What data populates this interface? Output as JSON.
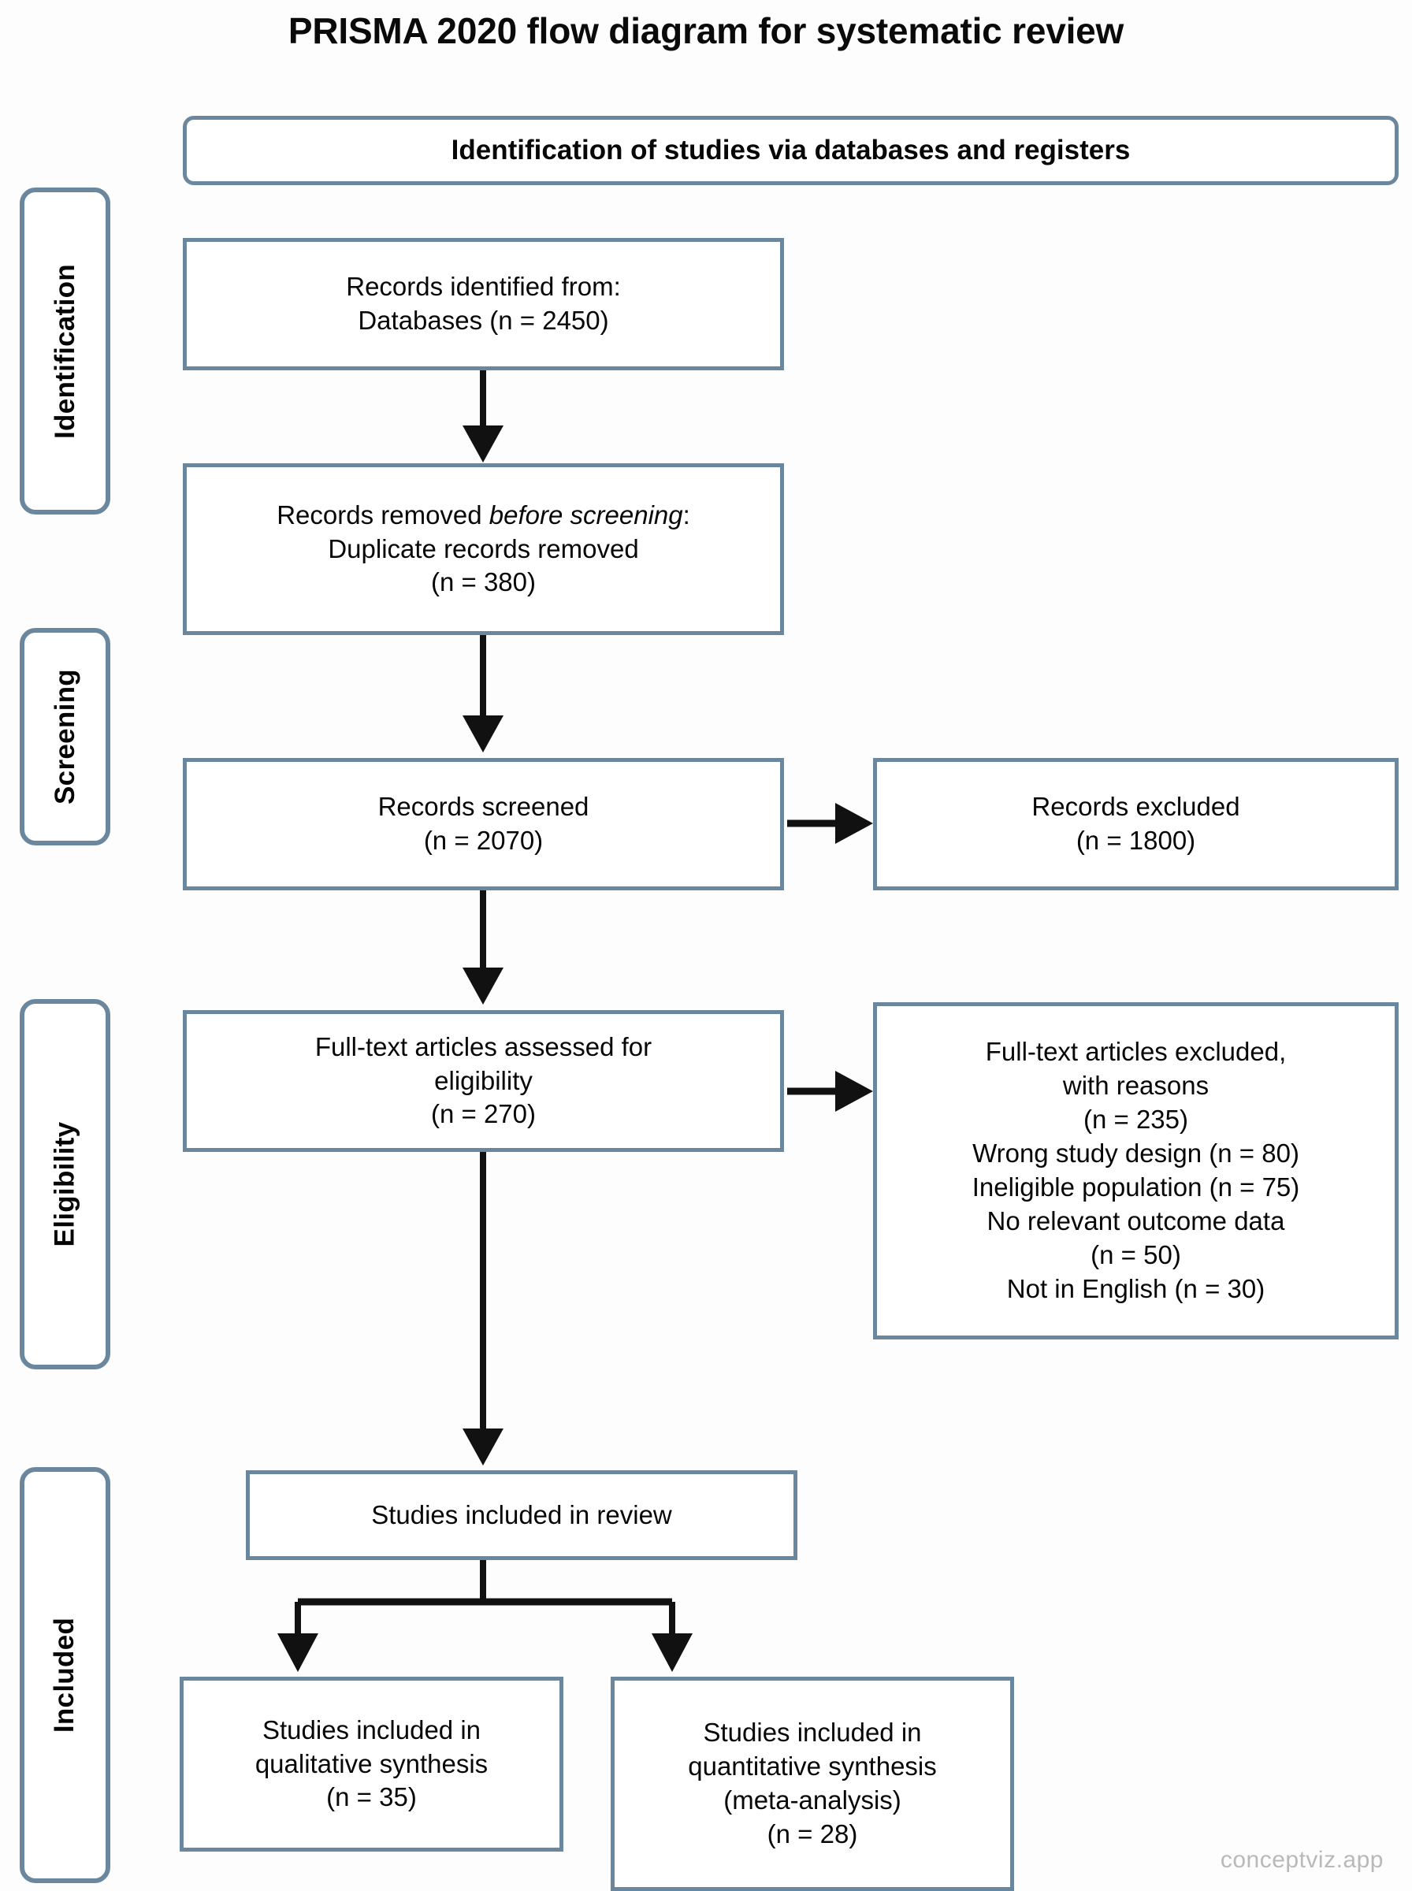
{
  "title": "PRISMA 2020 flow diagram for systematic review",
  "banner": {
    "label": "Identification of studies via databases and registers"
  },
  "phases": [
    {
      "key": "identification",
      "label": "Identification"
    },
    {
      "key": "screening",
      "label": "Screening"
    },
    {
      "key": "eligibility",
      "label": "Eligibility"
    },
    {
      "key": "included",
      "label": "Included"
    }
  ],
  "boxes": {
    "records_identified": {
      "line1": "Records identified from:",
      "line2": "Databases (n = 2450)"
    },
    "records_removed": {
      "line1_pre": "Records removed ",
      "line1_italic": "before screening",
      "line1_post": ":",
      "line2": "Duplicate records removed",
      "line3": "(n = 380)"
    },
    "records_screened": {
      "line1": "Records screened",
      "line2": "(n = 2070)"
    },
    "records_excluded": {
      "line1": "Records excluded",
      "line2": "(n = 1800)"
    },
    "fulltext_assessed": {
      "line1": "Full-text articles assessed for",
      "line2": "eligibility",
      "line3": "(n = 270)"
    },
    "fulltext_excluded": {
      "line1": "Full-text articles excluded,",
      "line2": "with reasons",
      "line3": "(n = 235)",
      "reasons": [
        "Wrong study design (n = 80)",
        "Ineligible population (n = 75)",
        "No relevant outcome data",
        "(n = 50)",
        "Not in English (n = 30)"
      ]
    },
    "studies_included": {
      "line1": "Studies included in review"
    },
    "qualitative": {
      "line1": "Studies included in",
      "line2": "qualitative synthesis",
      "line3": "(n = 35)"
    },
    "quantitative": {
      "line1": "Studies included in",
      "line2": "quantitative synthesis",
      "line3": "(meta-analysis)",
      "line4": "(n = 28)"
    }
  },
  "watermark": "conceptviz.app",
  "colors": {
    "box_border": "#6b879e",
    "box_fill": "#ffffff",
    "connector": "#111111",
    "text": "#070707",
    "watermark": "#b9b9b9",
    "background": "#fdfdfd"
  },
  "chart_data": {
    "type": "diagram",
    "title": "PRISMA 2020 flow diagram for systematic review",
    "nodes": [
      {
        "id": "records_identified",
        "stage": "Identification",
        "label": "Records identified from: Databases",
        "n": 2450
      },
      {
        "id": "records_removed",
        "stage": "Identification",
        "label": "Records removed before screening: Duplicate records removed",
        "n": 380
      },
      {
        "id": "records_screened",
        "stage": "Screening",
        "label": "Records screened",
        "n": 2070
      },
      {
        "id": "records_excluded",
        "stage": "Screening",
        "label": "Records excluded",
        "n": 1800
      },
      {
        "id": "fulltext_assessed",
        "stage": "Eligibility",
        "label": "Full-text articles assessed for eligibility",
        "n": 270
      },
      {
        "id": "fulltext_excluded",
        "stage": "Eligibility",
        "label": "Full-text articles excluded, with reasons",
        "n": 235,
        "breakdown": [
          {
            "reason": "Wrong study design",
            "n": 80
          },
          {
            "reason": "Ineligible population",
            "n": 75
          },
          {
            "reason": "No relevant outcome data",
            "n": 50
          },
          {
            "reason": "Not in English",
            "n": 30
          }
        ]
      },
      {
        "id": "studies_included",
        "stage": "Included",
        "label": "Studies included in review",
        "n": null
      },
      {
        "id": "qualitative",
        "stage": "Included",
        "label": "Studies included in qualitative synthesis",
        "n": 35
      },
      {
        "id": "quantitative",
        "stage": "Included",
        "label": "Studies included in quantitative synthesis (meta-analysis)",
        "n": 28
      }
    ],
    "edges": [
      {
        "from": "records_identified",
        "to": "records_removed",
        "direction": "down"
      },
      {
        "from": "records_removed",
        "to": "records_screened",
        "direction": "down"
      },
      {
        "from": "records_screened",
        "to": "records_excluded",
        "direction": "right"
      },
      {
        "from": "records_screened",
        "to": "fulltext_assessed",
        "direction": "down"
      },
      {
        "from": "fulltext_assessed",
        "to": "fulltext_excluded",
        "direction": "right"
      },
      {
        "from": "fulltext_assessed",
        "to": "studies_included",
        "direction": "down"
      },
      {
        "from": "studies_included",
        "to": "qualitative",
        "direction": "down-left"
      },
      {
        "from": "studies_included",
        "to": "quantitative",
        "direction": "down-right"
      }
    ]
  }
}
